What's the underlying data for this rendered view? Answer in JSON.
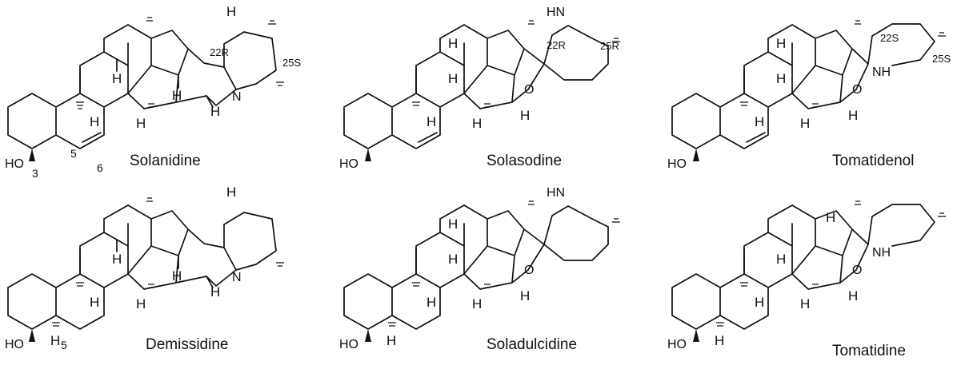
{
  "figure": {
    "structures": [
      {
        "name": "Solanidine",
        "atoms": {
          "o3": "HO",
          "n": "N"
        },
        "h_labels": [
          "H",
          "H",
          "H",
          "H",
          "H",
          "H"
        ],
        "stereo": {
          "c22": "22R",
          "c25": "25S"
        },
        "positions": {
          "c3": "3",
          "c5": "5",
          "c6": "6"
        }
      },
      {
        "name": "Solasodine",
        "atoms": {
          "o3": "HO",
          "o_ring": "O",
          "n": "HN"
        },
        "h_labels": [
          "H",
          "H",
          "H",
          "H",
          "H"
        ],
        "stereo": {
          "c22": "22R",
          "c25": "25R"
        }
      },
      {
        "name": "Tomatidenol",
        "atoms": {
          "o3": "HO",
          "o_ring": "O",
          "n": "NH"
        },
        "h_labels": [
          "H",
          "H",
          "H",
          "H",
          "H"
        ],
        "stereo": {
          "c22": "22S",
          "c25": "25S"
        }
      },
      {
        "name": "Demissidine",
        "atoms": {
          "o3": "HO",
          "n": "N"
        },
        "h_labels": [
          "H",
          "H",
          "H",
          "H",
          "H",
          "H",
          "H"
        ],
        "positions": {
          "c5": "5"
        }
      },
      {
        "name": "Soladulcidine",
        "atoms": {
          "o3": "HO",
          "o_ring": "O",
          "n": "HN"
        },
        "h_labels": [
          "H",
          "H",
          "H",
          "H",
          "H",
          "H"
        ]
      },
      {
        "name": "Tomatidine",
        "atoms": {
          "o3": "HO",
          "o_ring": "O",
          "n": "NH"
        },
        "h_labels": [
          "H",
          "H",
          "H",
          "H",
          "H",
          "H"
        ]
      }
    ]
  }
}
